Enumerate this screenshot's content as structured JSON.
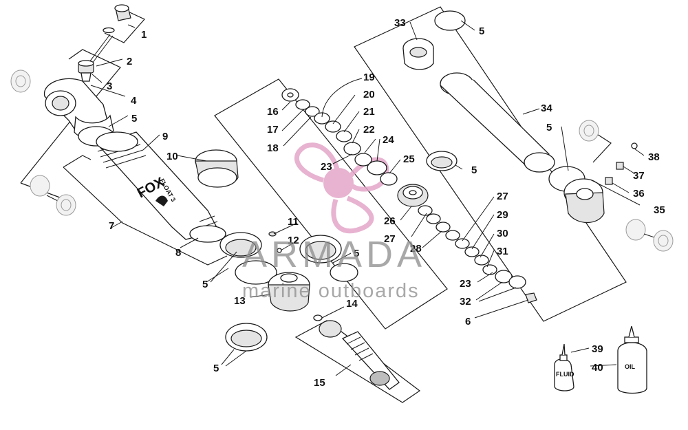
{
  "colors": {
    "ink": "#1a1a1a",
    "watermark_logo": "#e3a6c8",
    "watermark_text": "#8c8c8c"
  },
  "callouts": [
    {
      "id": "c1",
      "text": "1"
    },
    {
      "id": "c2",
      "text": "2"
    },
    {
      "id": "c3",
      "text": "3"
    },
    {
      "id": "c4",
      "text": "4"
    },
    {
      "id": "c5a",
      "text": "5"
    },
    {
      "id": "c5b",
      "text": "5"
    },
    {
      "id": "c5c",
      "text": "5"
    },
    {
      "id": "c5d",
      "text": "5"
    },
    {
      "id": "c5e",
      "text": "5"
    },
    {
      "id": "c5f",
      "text": "5"
    },
    {
      "id": "c5g",
      "text": "5"
    },
    {
      "id": "c5h",
      "text": "5"
    },
    {
      "id": "c6",
      "text": "6"
    },
    {
      "id": "c7",
      "text": "7"
    },
    {
      "id": "c8",
      "text": "8"
    },
    {
      "id": "c9",
      "text": "9"
    },
    {
      "id": "c10",
      "text": "10"
    },
    {
      "id": "c11",
      "text": "11"
    },
    {
      "id": "c12",
      "text": "12"
    },
    {
      "id": "c13",
      "text": "13"
    },
    {
      "id": "c14",
      "text": "14"
    },
    {
      "id": "c15",
      "text": "15"
    },
    {
      "id": "c16",
      "text": "16"
    },
    {
      "id": "c17",
      "text": "17"
    },
    {
      "id": "c18",
      "text": "18"
    },
    {
      "id": "c19",
      "text": "19"
    },
    {
      "id": "c20",
      "text": "20"
    },
    {
      "id": "c21",
      "text": "21"
    },
    {
      "id": "c22",
      "text": "22"
    },
    {
      "id": "c23a",
      "text": "23"
    },
    {
      "id": "c23b",
      "text": "23"
    },
    {
      "id": "c24",
      "text": "24"
    },
    {
      "id": "c25",
      "text": "25"
    },
    {
      "id": "c26",
      "text": "26"
    },
    {
      "id": "c27a",
      "text": "27"
    },
    {
      "id": "c27b",
      "text": "27"
    },
    {
      "id": "c28",
      "text": "28"
    },
    {
      "id": "c29",
      "text": "29"
    },
    {
      "id": "c30",
      "text": "30"
    },
    {
      "id": "c31",
      "text": "31"
    },
    {
      "id": "c32",
      "text": "32"
    },
    {
      "id": "c33",
      "text": "33"
    },
    {
      "id": "c34",
      "text": "34"
    },
    {
      "id": "c35",
      "text": "35"
    },
    {
      "id": "c36",
      "text": "36"
    },
    {
      "id": "c37",
      "text": "37"
    },
    {
      "id": "c38",
      "text": "38"
    },
    {
      "id": "c39",
      "text": "39"
    },
    {
      "id": "c40",
      "text": "40"
    }
  ],
  "bottles": {
    "fluid_label": "FLUID",
    "oil_label": "OIL"
  },
  "shock_body": {
    "brand": "FOX",
    "model": "FLOAT 3"
  },
  "watermark": {
    "title": "ARMADA",
    "subtitle": "marine outboards"
  }
}
